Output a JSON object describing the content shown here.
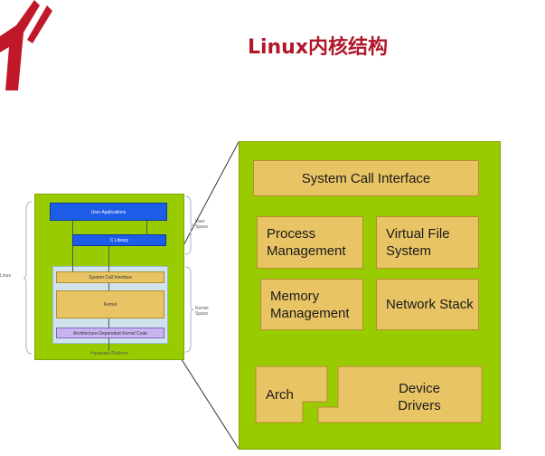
{
  "title": "Linux内核结构",
  "small_diagram": {
    "user_applications": "User Applications",
    "c_library": "C Library",
    "system_call_interface": "System Call Interface",
    "kernel": "Kernel",
    "arch_code": "Architecture-Dependent Kernel Code",
    "hardware_platform": "Hardware Platform",
    "user_space": "User\nSpace",
    "kernel_space": "Kernel\nSpace",
    "linux": "Linux"
  },
  "large_diagram": {
    "system_call_interface": "System Call Interface",
    "process_management": "Process Management",
    "virtual_file_system": "Virtual File System",
    "memory_management": "Memory Management",
    "network_stack": "Network Stack",
    "arch": "Arch",
    "device_drivers": "Device Drivers"
  },
  "colors": {
    "title": "#b0182a",
    "kernel_green": "#99cc00",
    "component_tan": "#e8c465",
    "user_blue": "#1d5ce6",
    "arch_purple": "#c9b4f2"
  },
  "icons": {
    "logo": "red-arrow-logo"
  }
}
